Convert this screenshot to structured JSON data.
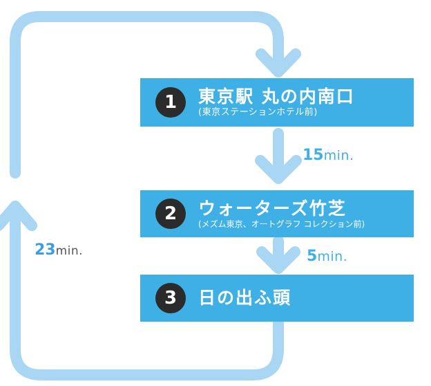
{
  "stops": [
    {
      "number": "1",
      "name": "東京駅 丸の内南口",
      "sub": "(東京ステーションホテル前)"
    },
    {
      "number": "2",
      "name": "ウォーターズ竹芝",
      "sub": "(メズム東京、オートグラフ コレクション前)"
    },
    {
      "number": "3",
      "name": "日の出ふ頭",
      "sub": ""
    }
  ],
  "legs": [
    {
      "value": "15",
      "unit": "min."
    },
    {
      "value": "5",
      "unit": "min."
    }
  ],
  "loop": {
    "value": "23",
    "unit": "min."
  },
  "colors": {
    "box": "#3fb0e6",
    "arrow": "#a9d6f2",
    "number_circle": "#2b2b2b",
    "text_accent": "#3fb0e6"
  }
}
